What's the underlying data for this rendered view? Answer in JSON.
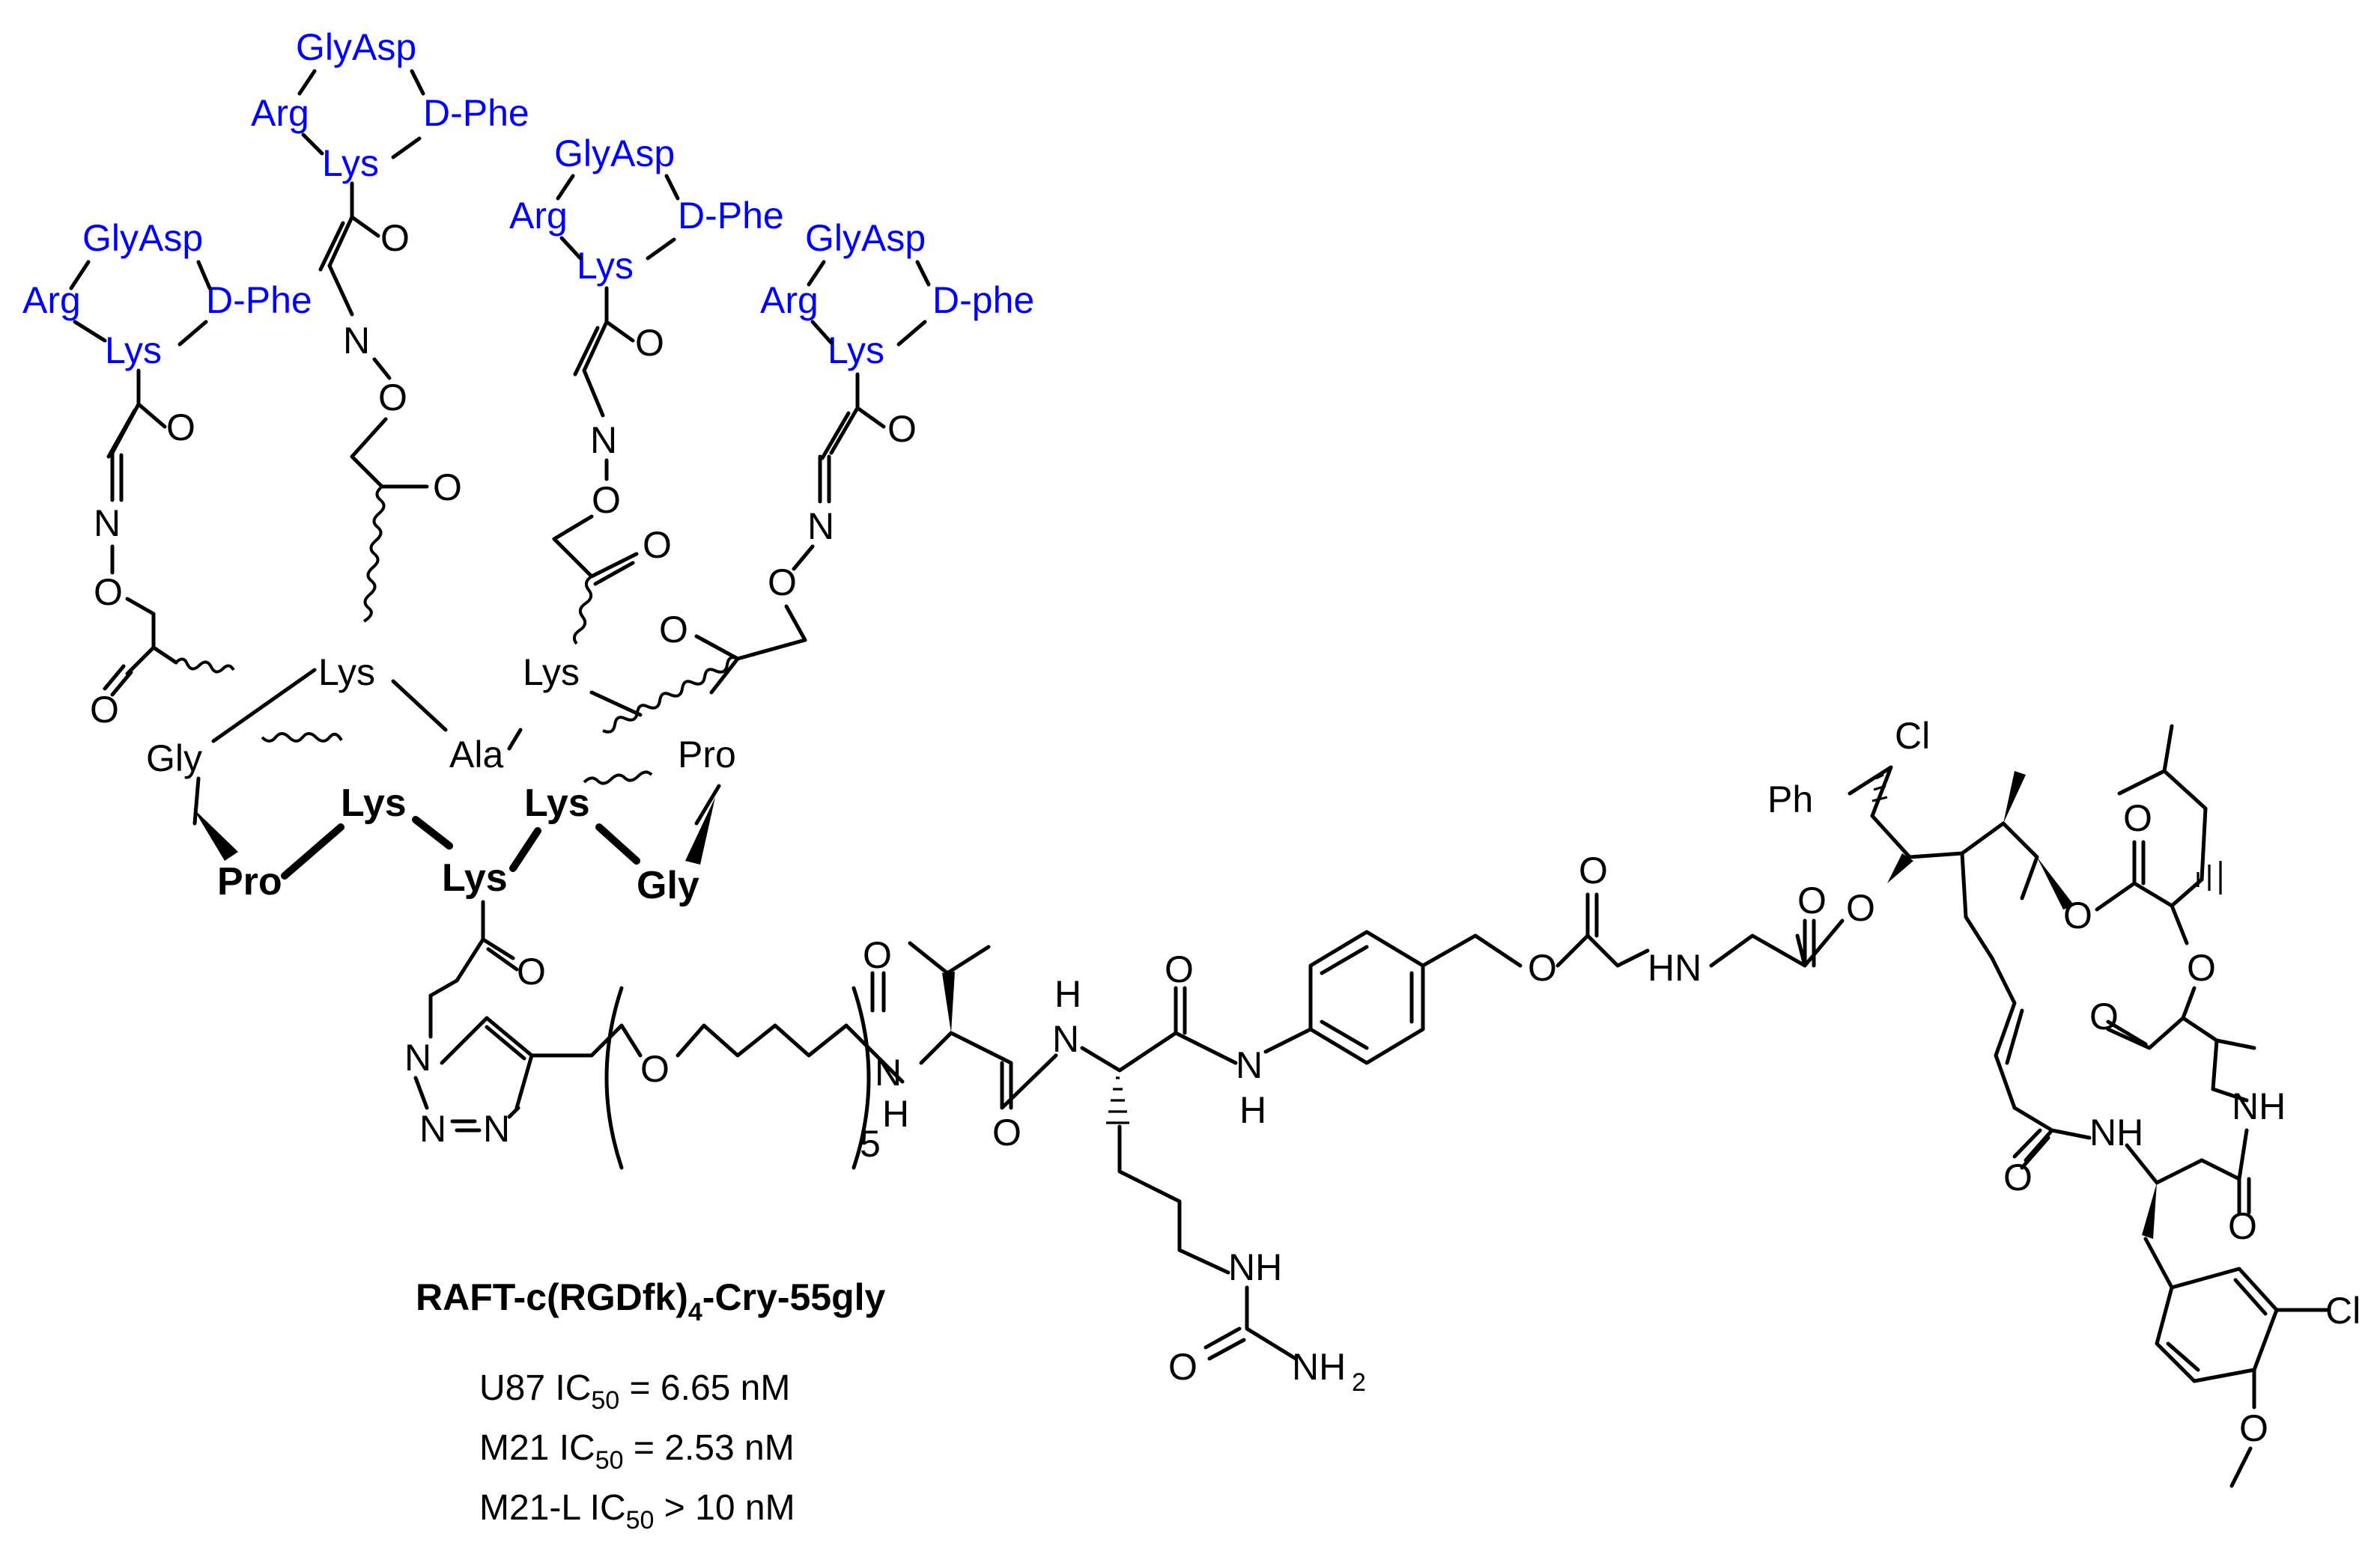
{
  "compound": {
    "name_main": "RAFT-c(RGDfk)",
    "name_subscript": "4",
    "name_suffix": "-Cry-55gly"
  },
  "activity": [
    {
      "line": "U87 IC",
      "sub": "50",
      "rest": " = 6.65 nM"
    },
    {
      "line": "M21 IC",
      "sub": "50",
      "rest": " = 2.53 nM"
    },
    {
      "line": "M21-L IC",
      "sub": "50",
      "rest": " > 10 nM"
    }
  ],
  "peptide": {
    "glyasp": "GlyAsp",
    "arg": "Arg",
    "lys": "Lys",
    "dphe": "D-Phe",
    "dphe_lower": "D-phe"
  },
  "scaffold": {
    "lys": "Lys",
    "ala": "Ala",
    "pro": "Pro",
    "gly": "Gly"
  },
  "atoms": {
    "O": "O",
    "N": "N",
    "H": "H",
    "NH": "NH",
    "HN": "HN",
    "Cl": "Cl",
    "Ph": "Ph",
    "NH2": "NH",
    "NH2_sub": "2",
    "repeat": "5"
  },
  "colors": {
    "peptide": "#0000ff",
    "structure": "#000000"
  }
}
